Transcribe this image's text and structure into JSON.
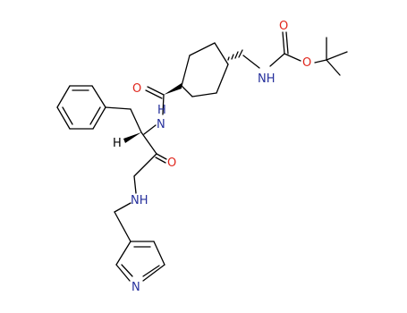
{
  "colors": {
    "bond": "#000000",
    "oxygen": "#e0261c",
    "nitrogen": "#26309c",
    "carbon": "#000000",
    "stereo_wedge": "#000000"
  },
  "atoms": {
    "carbonyl_o_top": "O",
    "ester_o": "O",
    "carbamate_nh": "NH",
    "amide_o": "O",
    "amide_nh": "N",
    "amide_h": "H",
    "stereo_h": "H",
    "ketone_o": "O",
    "amine_nh": "NH",
    "pyridine_n": "N"
  }
}
